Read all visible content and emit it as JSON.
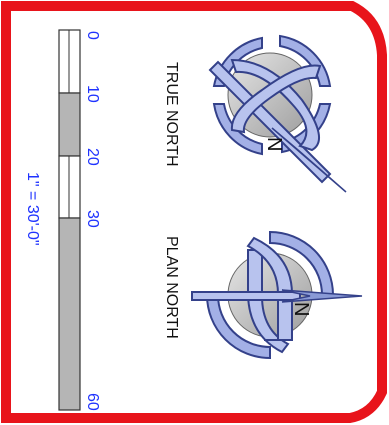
{
  "frame": {
    "border_color": "#e8141b",
    "background": "#ffffff"
  },
  "scale_bar": {
    "tick_labels": [
      "0",
      "10",
      "20",
      "30",
      "60"
    ],
    "scale_note": "1\" = 30'-0\"",
    "label_color": "#1f33ff",
    "fill_dark": "#b5b5b5",
    "fill_light": "#ffffff"
  },
  "true_north": {
    "label": "TRUE NORTH",
    "letter": "N",
    "arrow_color": "#8a9ad6",
    "circle_fill": "#cfcfcf"
  },
  "plan_north": {
    "label": "PLAN NORTH",
    "letter": "N",
    "arrow_color": "#8a9ad6",
    "circle_fill": "#cfcfcf"
  }
}
